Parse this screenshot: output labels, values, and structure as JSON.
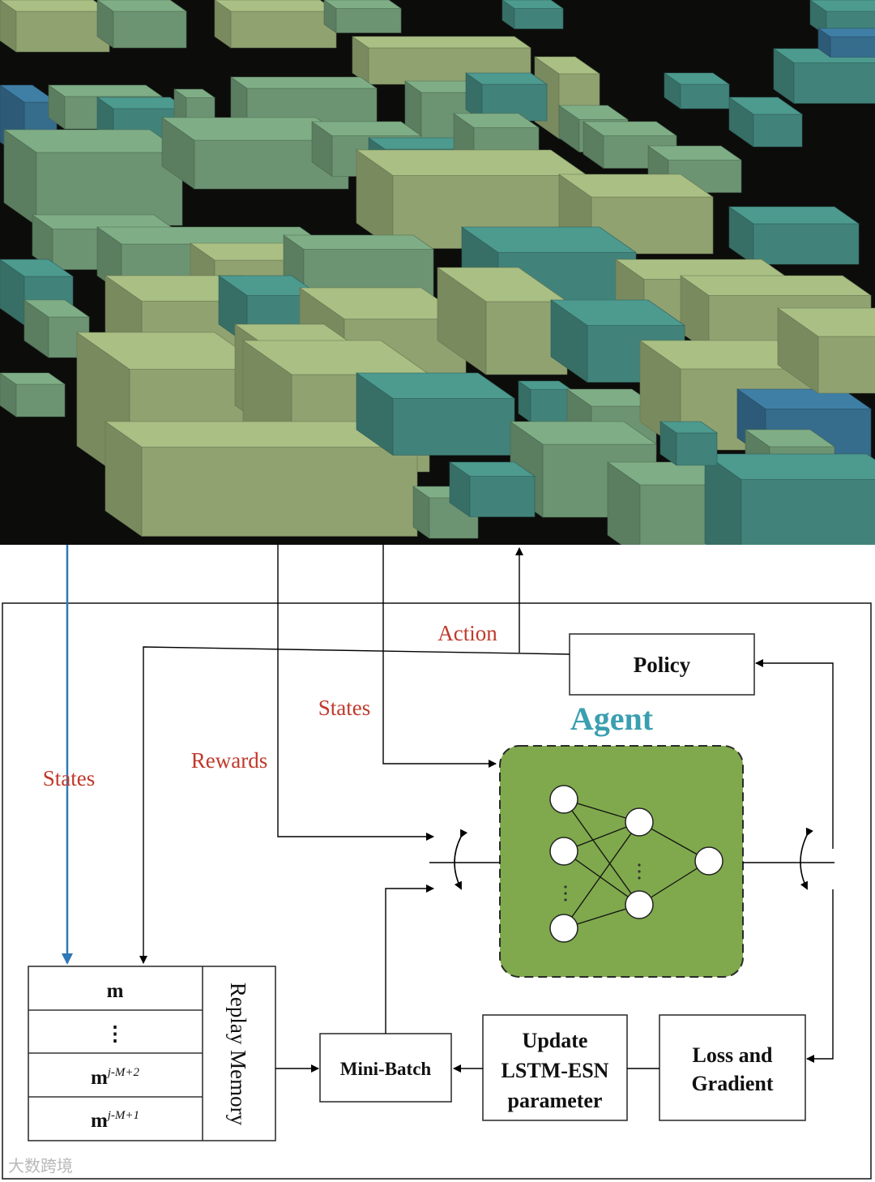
{
  "scene": {
    "colors": {
      "ground": "#0c0d0b",
      "building_light": "#a9bf84",
      "building_mid": "#7fae86",
      "building_teal": "#4d9a8f",
      "building_blue": "#3f7fa5"
    }
  },
  "diagram": {
    "labels": {
      "action": "Action",
      "states_upper": "States",
      "states_left": "States",
      "rewards": "Rewards",
      "agent": "Agent"
    },
    "boxes": {
      "policy": "Policy",
      "mini_batch": "Mini-Batch",
      "update_lines": [
        "Update",
        "LSTM-ESN",
        "parameter"
      ],
      "loss_lines": [
        "Loss and",
        "Gradient"
      ]
    },
    "replay_memory": {
      "title": "Replay Memory",
      "rows": [
        {
          "base": "m",
          "sup": ""
        },
        {
          "base": "⋮",
          "sup": ""
        },
        {
          "base": "m",
          "sup": "j-M+2"
        },
        {
          "base": "m",
          "sup": "j-M+1"
        }
      ]
    },
    "colors": {
      "agent_fill": "#7fa94c",
      "agent_title": "#3a9fb0",
      "red_label": "#c0392b",
      "blue_line": "#2f78b7"
    }
  },
  "watermark": "大数跨境"
}
